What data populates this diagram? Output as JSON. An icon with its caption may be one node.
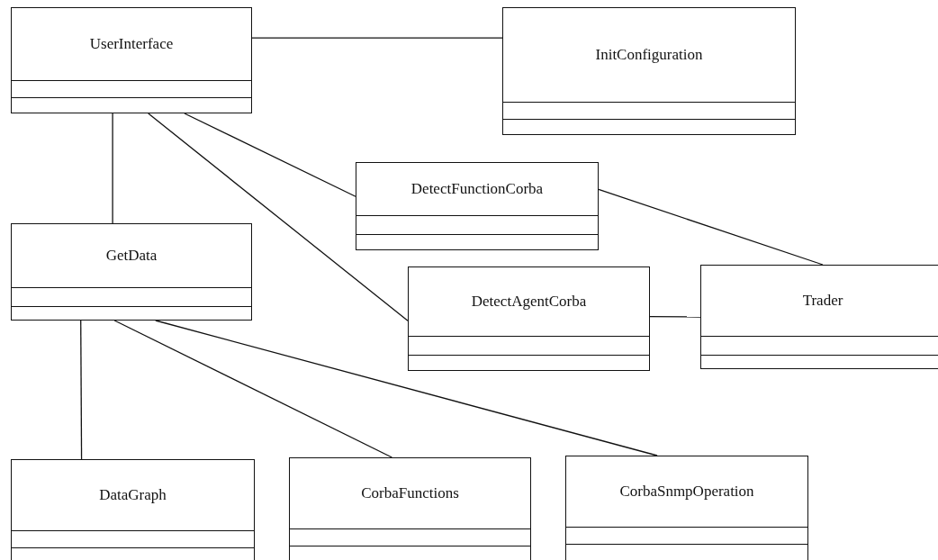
{
  "diagram": {
    "nodes": [
      {
        "text": [
          "UserInterface"
        ]
      },
      {
        "text": [
          "InitConfiguration"
        ]
      },
      {
        "text": [
          "DetectFunctionCorba"
        ]
      },
      {
        "text": [
          "GetData"
        ]
      },
      {
        "text": [
          "DetectAgentCorba"
        ]
      },
      {
        "text": [
          "Trader"
        ]
      },
      {
        "text": [
          "DataGraph"
        ]
      },
      {
        "text": [
          "CorbaFunctions"
        ]
      },
      {
        "text": [
          "CorbaSnmpOperation"
        ]
      }
    ],
    "edges": [
      {
        "from": 0,
        "to": 1,
        "arrow": "none"
      },
      {
        "from": 0,
        "to": 3,
        "arrow": "none"
      },
      {
        "from": 0,
        "to": 2,
        "arrow": "none"
      },
      {
        "from": 0,
        "to": 4,
        "arrow": "none"
      },
      {
        "from": 2,
        "to": 5,
        "arrow": "none"
      },
      {
        "from": 4,
        "to": 5,
        "arrow": "none"
      },
      {
        "from": 3,
        "to": 6,
        "arrow": "none"
      },
      {
        "from": 3,
        "to": 7,
        "arrow": "none"
      },
      {
        "from": 3,
        "to": 8,
        "arrow": "none"
      }
    ]
  }
}
